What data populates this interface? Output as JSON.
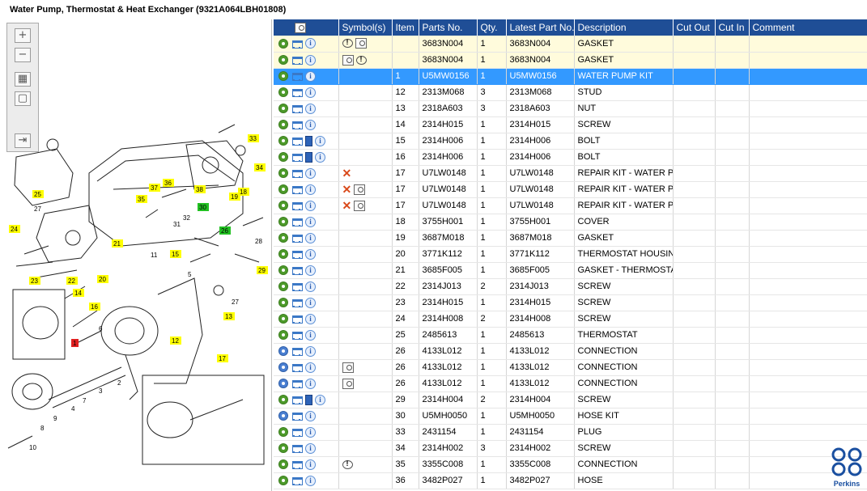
{
  "title": "Water Pump, Thermostat & Heat Exchanger (9321A064LBH01808)",
  "zoom_toolbar": {
    "zoom_in": "+",
    "zoom_out": "−",
    "fit": "▦",
    "actual": "▢",
    "export": "⇥"
  },
  "drawing_labels": [
    {
      "text": "33",
      "tag": "yellow"
    },
    {
      "text": "34",
      "tag": "yellow"
    },
    {
      "text": "25",
      "tag": "yellow"
    },
    {
      "text": "37",
      "tag": "yellow"
    },
    {
      "text": "36",
      "tag": "yellow"
    },
    {
      "text": "38",
      "tag": "yellow"
    },
    {
      "text": "19",
      "tag": "yellow"
    },
    {
      "text": "18",
      "tag": "yellow"
    },
    {
      "text": "35",
      "tag": "yellow"
    },
    {
      "text": "30",
      "tag": "green"
    },
    {
      "text": "27",
      "tag": "plain"
    },
    {
      "text": "24",
      "tag": "yellow"
    },
    {
      "text": "26",
      "tag": "green"
    },
    {
      "text": "28",
      "tag": "plain"
    },
    {
      "text": "21",
      "tag": "yellow"
    },
    {
      "text": "32",
      "tag": "plain"
    },
    {
      "text": "31",
      "tag": "plain"
    },
    {
      "text": "29",
      "tag": "yellow"
    },
    {
      "text": "11",
      "tag": "plain"
    },
    {
      "text": "15",
      "tag": "yellow"
    },
    {
      "text": "23",
      "tag": "yellow"
    },
    {
      "text": "22",
      "tag": "yellow"
    },
    {
      "text": "20",
      "tag": "yellow"
    },
    {
      "text": "14",
      "tag": "yellow"
    },
    {
      "text": "16",
      "tag": "yellow"
    },
    {
      "text": "1",
      "tag": "red"
    },
    {
      "text": "13",
      "tag": "yellow"
    },
    {
      "text": "27",
      "tag": "plain"
    },
    {
      "text": "12",
      "tag": "yellow"
    },
    {
      "text": "17",
      "tag": "yellow"
    },
    {
      "text": "6",
      "tag": "plain"
    },
    {
      "text": "5",
      "tag": "plain"
    },
    {
      "text": "4",
      "tag": "plain"
    },
    {
      "text": "3",
      "tag": "plain"
    },
    {
      "text": "2",
      "tag": "plain"
    },
    {
      "text": "7",
      "tag": "plain"
    },
    {
      "text": "8",
      "tag": "plain"
    },
    {
      "text": "9",
      "tag": "plain"
    },
    {
      "text": "10",
      "tag": "plain"
    }
  ],
  "columns": [
    "",
    "Symbol(s)",
    "Item",
    "Parts No.",
    "Qty.",
    "Latest Part No.",
    "Description",
    "Cut Out",
    "Cut In",
    "Comment"
  ],
  "rows": [
    {
      "actions": [
        "gear",
        "cart",
        "info"
      ],
      "symbols": [
        "bubble",
        "mag"
      ],
      "item": "",
      "part": "3683N004",
      "qty": "1",
      "latest": "3683N004",
      "desc": "GASKET",
      "state": "hl"
    },
    {
      "actions": [
        "gear",
        "cart",
        "info"
      ],
      "symbols": [
        "mag",
        "bubble"
      ],
      "item": "",
      "part": "3683N004",
      "qty": "1",
      "latest": "3683N004",
      "desc": "GASKET",
      "state": "hl"
    },
    {
      "actions": [
        "gear",
        "cart",
        "info"
      ],
      "symbols": [],
      "item": "1",
      "part": "U5MW0156",
      "qty": "1",
      "latest": "U5MW0156",
      "desc": "WATER PUMP KIT",
      "state": "sel"
    },
    {
      "actions": [
        "gear",
        "cart",
        "info"
      ],
      "symbols": [],
      "item": "12",
      "part": "2313M068",
      "qty": "3",
      "latest": "2313M068",
      "desc": "STUD",
      "state": ""
    },
    {
      "actions": [
        "gear",
        "cart",
        "info"
      ],
      "symbols": [],
      "item": "13",
      "part": "2318A603",
      "qty": "3",
      "latest": "2318A603",
      "desc": "NUT",
      "state": ""
    },
    {
      "actions": [
        "gear",
        "cart",
        "info"
      ],
      "symbols": [],
      "item": "14",
      "part": "2314H015",
      "qty": "1",
      "latest": "2314H015",
      "desc": "SCREW",
      "state": ""
    },
    {
      "actions": [
        "gear",
        "cart",
        "book",
        "info"
      ],
      "symbols": [],
      "item": "15",
      "part": "2314H006",
      "qty": "1",
      "latest": "2314H006",
      "desc": "BOLT",
      "state": ""
    },
    {
      "actions": [
        "gear",
        "cart",
        "book",
        "info"
      ],
      "symbols": [],
      "item": "16",
      "part": "2314H006",
      "qty": "1",
      "latest": "2314H006",
      "desc": "BOLT",
      "state": ""
    },
    {
      "actions": [
        "gear",
        "cart",
        "info"
      ],
      "symbols": [
        "x"
      ],
      "item": "17",
      "part": "U7LW0148",
      "qty": "1",
      "latest": "U7LW0148",
      "desc": "REPAIR KIT - WATER PUM",
      "state": ""
    },
    {
      "actions": [
        "gear",
        "cart",
        "info"
      ],
      "symbols": [
        "x",
        "mag"
      ],
      "item": "17",
      "part": "U7LW0148",
      "qty": "1",
      "latest": "U7LW0148",
      "desc": "REPAIR KIT - WATER PUM",
      "state": ""
    },
    {
      "actions": [
        "gear",
        "cart",
        "info"
      ],
      "symbols": [
        "x",
        "mag"
      ],
      "item": "17",
      "part": "U7LW0148",
      "qty": "1",
      "latest": "U7LW0148",
      "desc": "REPAIR KIT - WATER PUM",
      "state": ""
    },
    {
      "actions": [
        "gear",
        "cart",
        "info"
      ],
      "symbols": [],
      "item": "18",
      "part": "3755H001",
      "qty": "1",
      "latest": "3755H001",
      "desc": "COVER",
      "state": ""
    },
    {
      "actions": [
        "gear",
        "cart",
        "info"
      ],
      "symbols": [],
      "item": "19",
      "part": "3687M018",
      "qty": "1",
      "latest": "3687M018",
      "desc": "GASKET",
      "state": ""
    },
    {
      "actions": [
        "gear",
        "cart",
        "info"
      ],
      "symbols": [],
      "item": "20",
      "part": "3771K112",
      "qty": "1",
      "latest": "3771K112",
      "desc": "THERMOSTAT HOUSING",
      "state": ""
    },
    {
      "actions": [
        "gear",
        "cart",
        "info"
      ],
      "symbols": [],
      "item": "21",
      "part": "3685F005",
      "qty": "1",
      "latest": "3685F005",
      "desc": "GASKET - THERMOSTAT",
      "state": ""
    },
    {
      "actions": [
        "gear",
        "cart",
        "info"
      ],
      "symbols": [],
      "item": "22",
      "part": "2314J013",
      "qty": "2",
      "latest": "2314J013",
      "desc": "SCREW",
      "state": ""
    },
    {
      "actions": [
        "gear",
        "cart",
        "info"
      ],
      "symbols": [],
      "item": "23",
      "part": "2314H015",
      "qty": "1",
      "latest": "2314H015",
      "desc": "SCREW",
      "state": ""
    },
    {
      "actions": [
        "gear",
        "cart",
        "info"
      ],
      "symbols": [],
      "item": "24",
      "part": "2314H008",
      "qty": "2",
      "latest": "2314H008",
      "desc": "SCREW",
      "state": ""
    },
    {
      "actions": [
        "gear",
        "cart",
        "info"
      ],
      "symbols": [],
      "item": "25",
      "part": "2485613",
      "qty": "1",
      "latest": "2485613",
      "desc": "THERMOSTAT",
      "state": ""
    },
    {
      "actions": [
        "gearblue",
        "cart",
        "info"
      ],
      "symbols": [],
      "item": "26",
      "part": "4133L012",
      "qty": "1",
      "latest": "4133L012",
      "desc": "CONNECTION",
      "state": ""
    },
    {
      "actions": [
        "gearblue",
        "cart",
        "info"
      ],
      "symbols": [
        "mag"
      ],
      "item": "26",
      "part": "4133L012",
      "qty": "1",
      "latest": "4133L012",
      "desc": "CONNECTION",
      "state": ""
    },
    {
      "actions": [
        "gearblue",
        "cart",
        "info"
      ],
      "symbols": [
        "mag"
      ],
      "item": "26",
      "part": "4133L012",
      "qty": "1",
      "latest": "4133L012",
      "desc": "CONNECTION",
      "state": ""
    },
    {
      "actions": [
        "gear",
        "cart",
        "book",
        "info"
      ],
      "symbols": [],
      "item": "29",
      "part": "2314H004",
      "qty": "2",
      "latest": "2314H004",
      "desc": "SCREW",
      "state": ""
    },
    {
      "actions": [
        "gearblue",
        "cart",
        "info"
      ],
      "symbols": [],
      "item": "30",
      "part": "U5MH0050",
      "qty": "1",
      "latest": "U5MH0050",
      "desc": "HOSE KIT",
      "state": ""
    },
    {
      "actions": [
        "gear",
        "cart",
        "info"
      ],
      "symbols": [],
      "item": "33",
      "part": "2431154",
      "qty": "1",
      "latest": "2431154",
      "desc": "PLUG",
      "state": ""
    },
    {
      "actions": [
        "gear",
        "cart",
        "info"
      ],
      "symbols": [],
      "item": "34",
      "part": "2314H002",
      "qty": "3",
      "latest": "2314H002",
      "desc": "SCREW",
      "state": ""
    },
    {
      "actions": [
        "gear",
        "cart",
        "info"
      ],
      "symbols": [
        "bubble"
      ],
      "item": "35",
      "part": "3355C008",
      "qty": "1",
      "latest": "3355C008",
      "desc": "CONNECTION",
      "state": ""
    },
    {
      "actions": [
        "gear",
        "cart",
        "info"
      ],
      "symbols": [],
      "item": "36",
      "part": "3482P027",
      "qty": "1",
      "latest": "3482P027",
      "desc": "HOSE",
      "state": ""
    }
  ],
  "logo": {
    "brand": "Perkins"
  },
  "colors": {
    "header": "#1f4e96",
    "selected": "#3399ff",
    "highlight": "#fffbdc",
    "tag_yellow": "#ffff00",
    "tag_green": "#22c022",
    "tag_red": "#e02020"
  }
}
